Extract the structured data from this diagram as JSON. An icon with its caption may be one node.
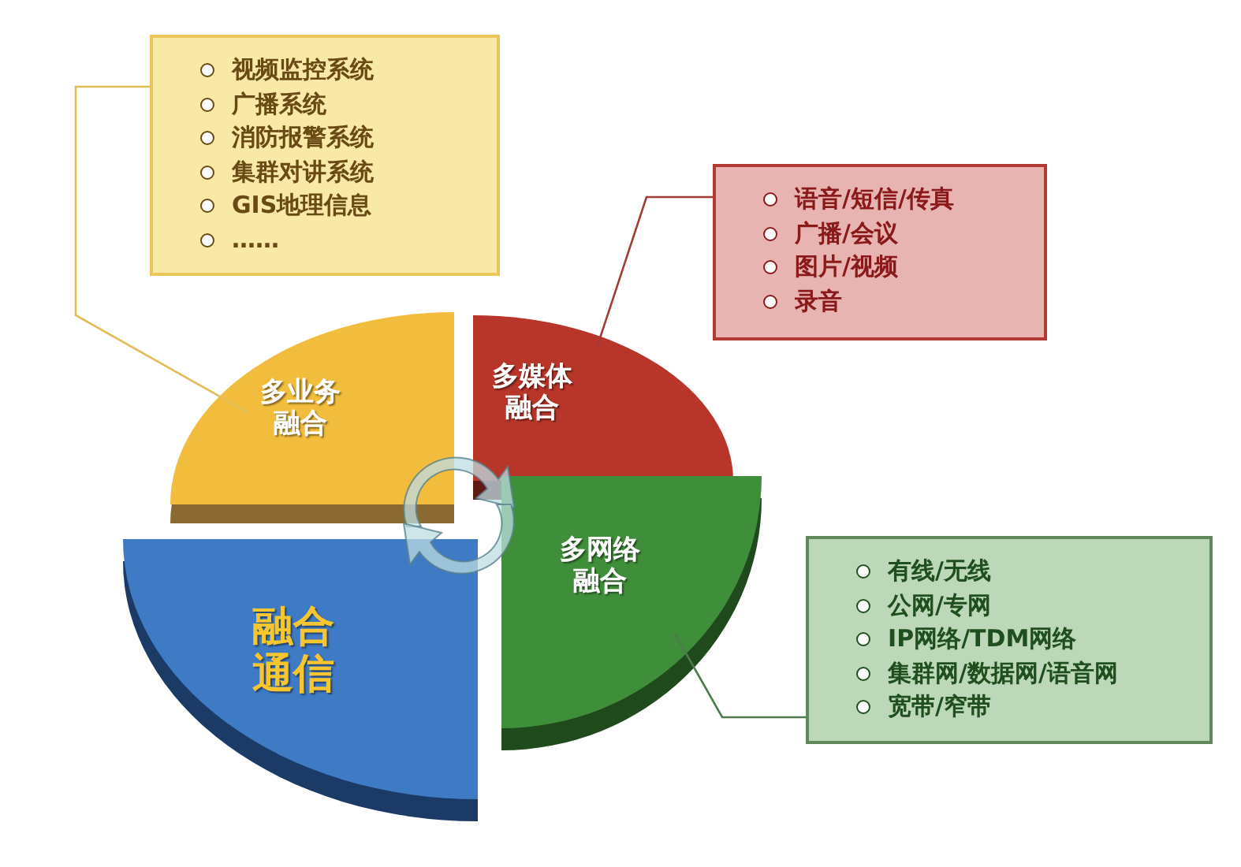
{
  "diagram": {
    "nodes": [
      {
        "text": [
          "视频监控系统",
          "广播系统",
          "消防报警系统",
          "集群对讲系统",
          "GIS地理信息",
          "……"
        ]
      },
      {
        "text": [
          "语音/短信/传真",
          "广播/会议",
          "图片/视频",
          "录音"
        ]
      },
      {
        "text": [
          "有线/无线",
          "公网/专网",
          "IP网络/TDM网络",
          "集群网/数据网/语音网",
          "宽带/窄带"
        ]
      },
      {
        "text": [
          "多业务融合"
        ]
      },
      {
        "text": [
          "多媒体融合"
        ]
      },
      {
        "text": [
          "多网络融合"
        ]
      },
      {
        "text": [
          "融合通信"
        ]
      }
    ],
    "edges": [
      {
        "from": 0,
        "to": 3,
        "arrow": "none",
        "color": "#e0bd55"
      },
      {
        "from": 1,
        "to": 4,
        "arrow": "none",
        "color": "#a33a33"
      },
      {
        "from": 2,
        "to": 5,
        "arrow": "none",
        "color": "#4f7a4b"
      }
    ]
  }
}
